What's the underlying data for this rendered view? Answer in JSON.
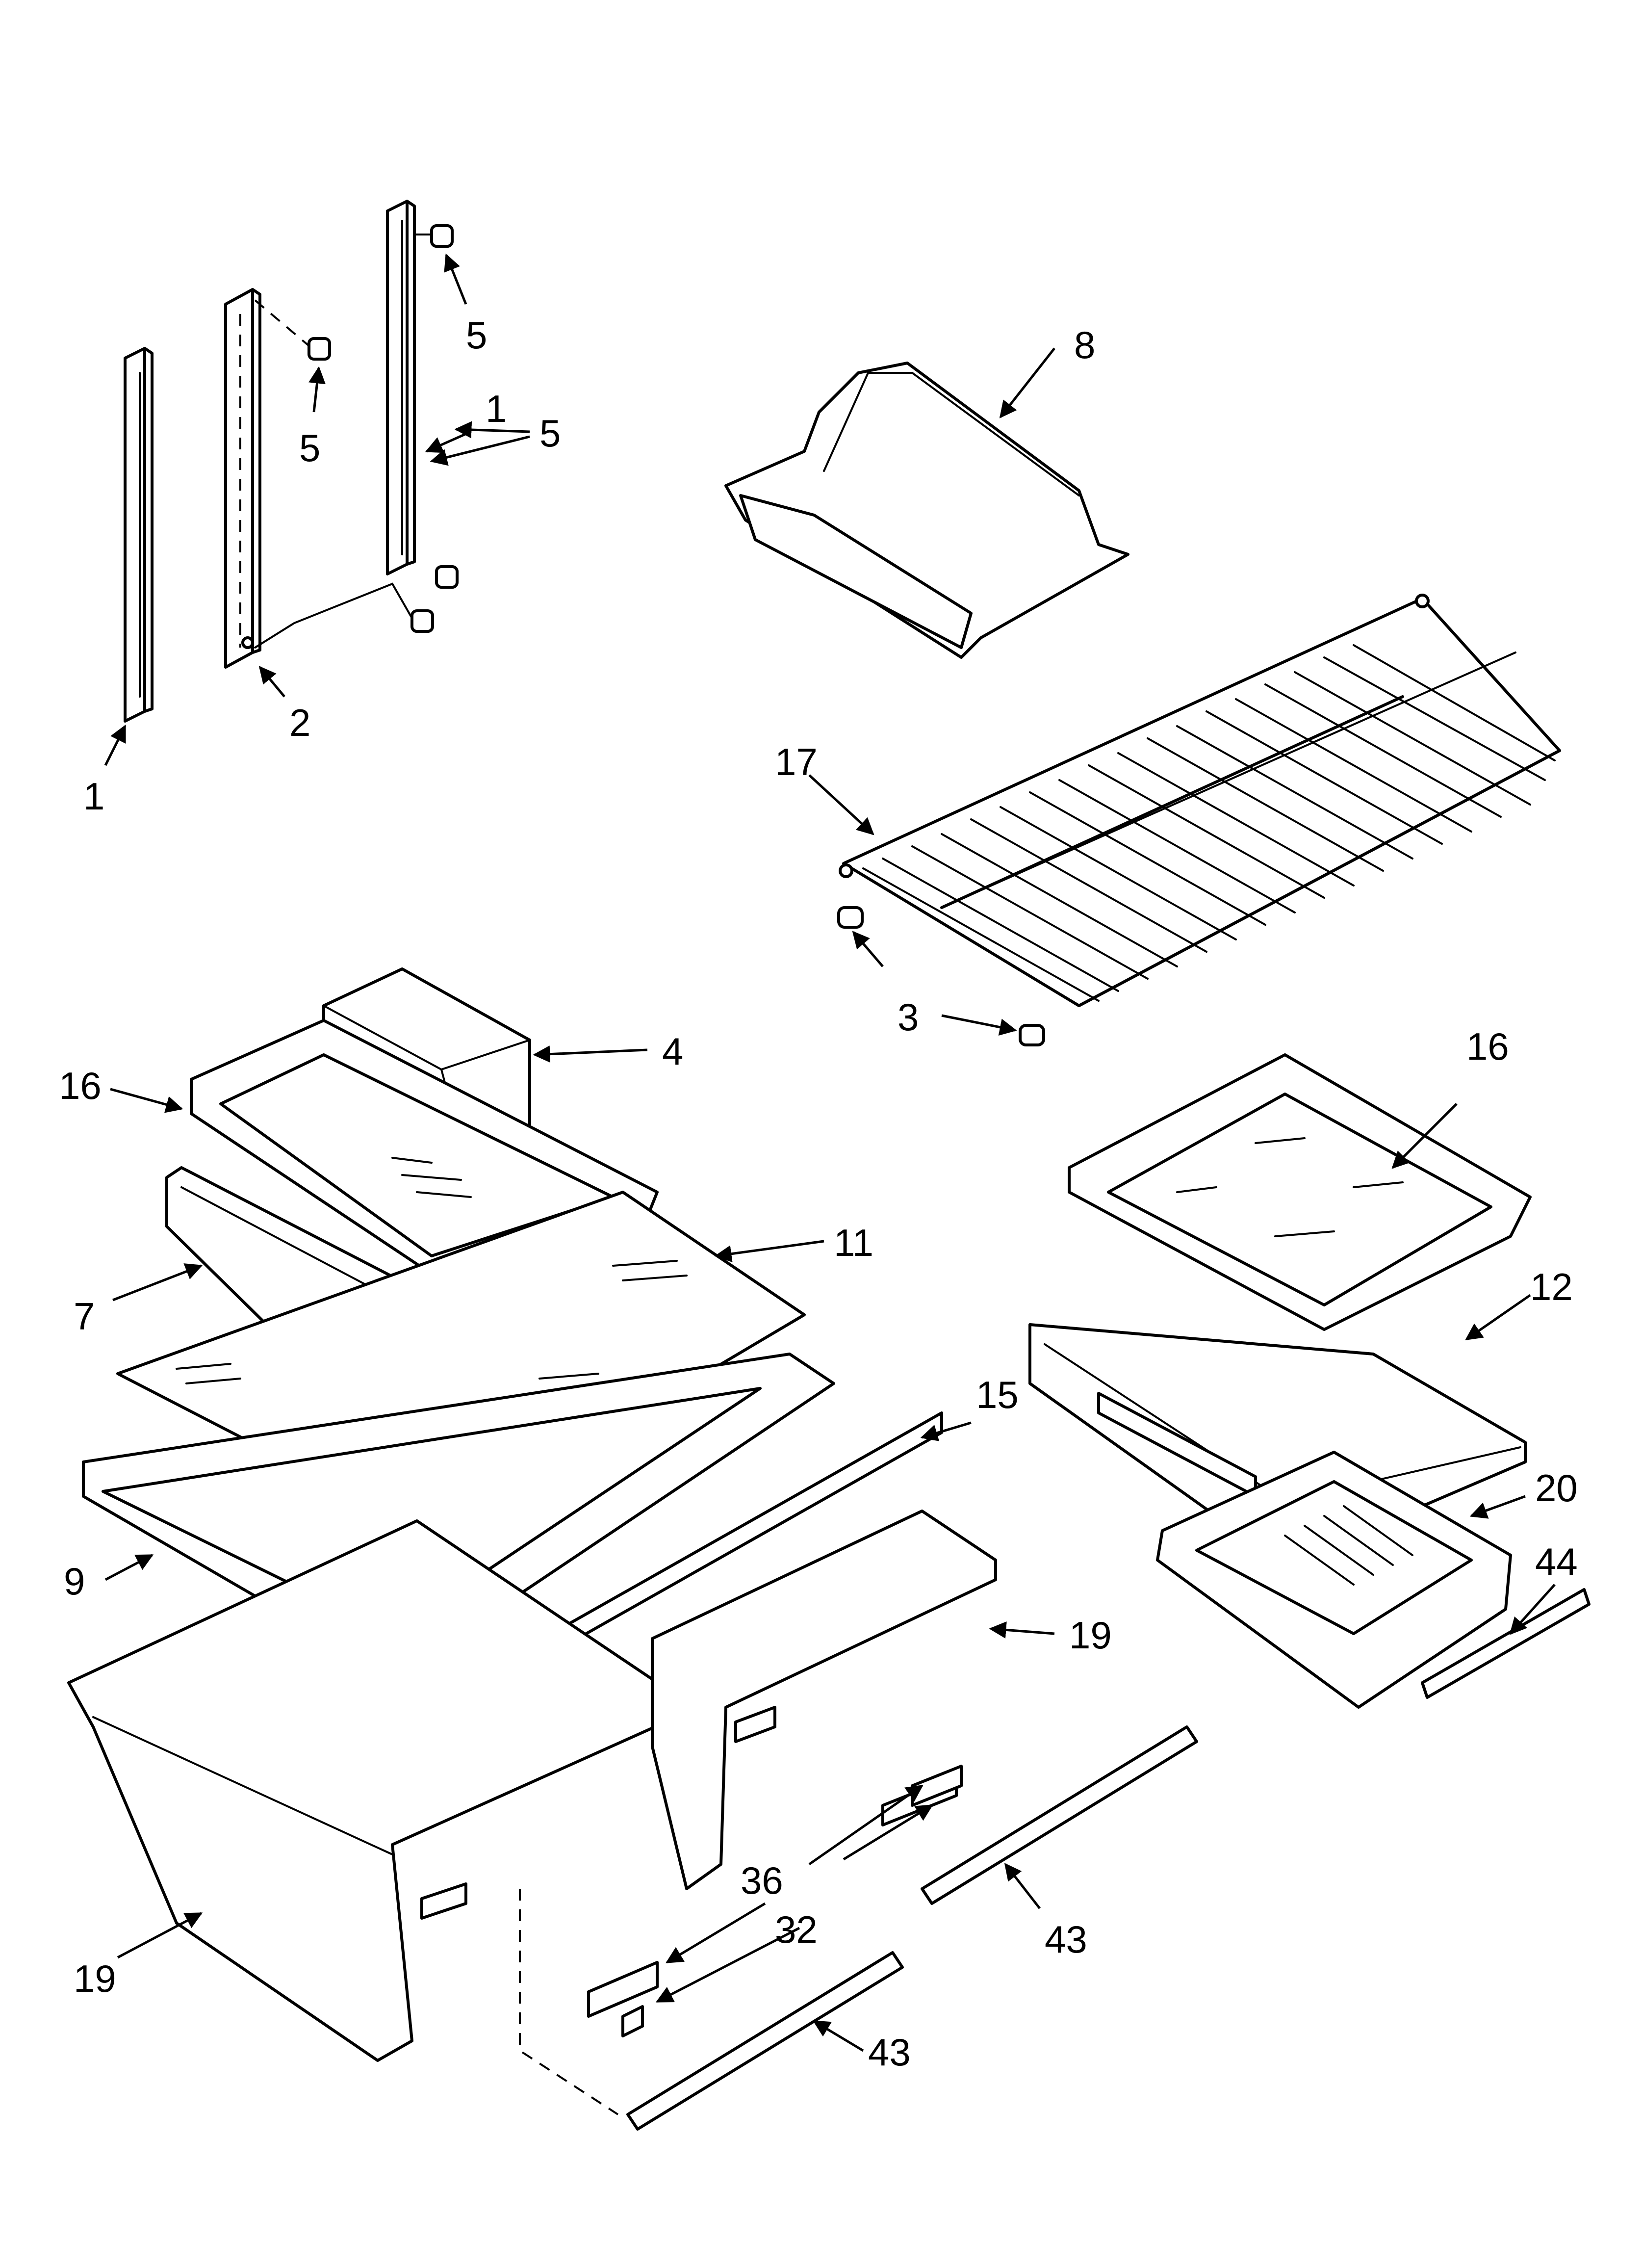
{
  "callouts": [
    {
      "id": "c1a",
      "label": "1"
    },
    {
      "id": "c1b",
      "label": "1"
    },
    {
      "id": "c2",
      "label": "2"
    },
    {
      "id": "c3",
      "label": "3"
    },
    {
      "id": "c4",
      "label": "4"
    },
    {
      "id": "c5a",
      "label": "5"
    },
    {
      "id": "c5b",
      "label": "5"
    },
    {
      "id": "c5c",
      "label": "5"
    },
    {
      "id": "c7",
      "label": "7"
    },
    {
      "id": "c8",
      "label": "8"
    },
    {
      "id": "c9",
      "label": "9"
    },
    {
      "id": "c11",
      "label": "11"
    },
    {
      "id": "c12",
      "label": "12"
    },
    {
      "id": "c15",
      "label": "15"
    },
    {
      "id": "c16a",
      "label": "16"
    },
    {
      "id": "c16b",
      "label": "16"
    },
    {
      "id": "c17",
      "label": "17"
    },
    {
      "id": "c19a",
      "label": "19"
    },
    {
      "id": "c19b",
      "label": "19"
    },
    {
      "id": "c20",
      "label": "20"
    },
    {
      "id": "c32",
      "label": "32"
    },
    {
      "id": "c36",
      "label": "36"
    },
    {
      "id": "c43a",
      "label": "43"
    },
    {
      "id": "c43b",
      "label": "43"
    },
    {
      "id": "c44",
      "label": "44"
    }
  ]
}
